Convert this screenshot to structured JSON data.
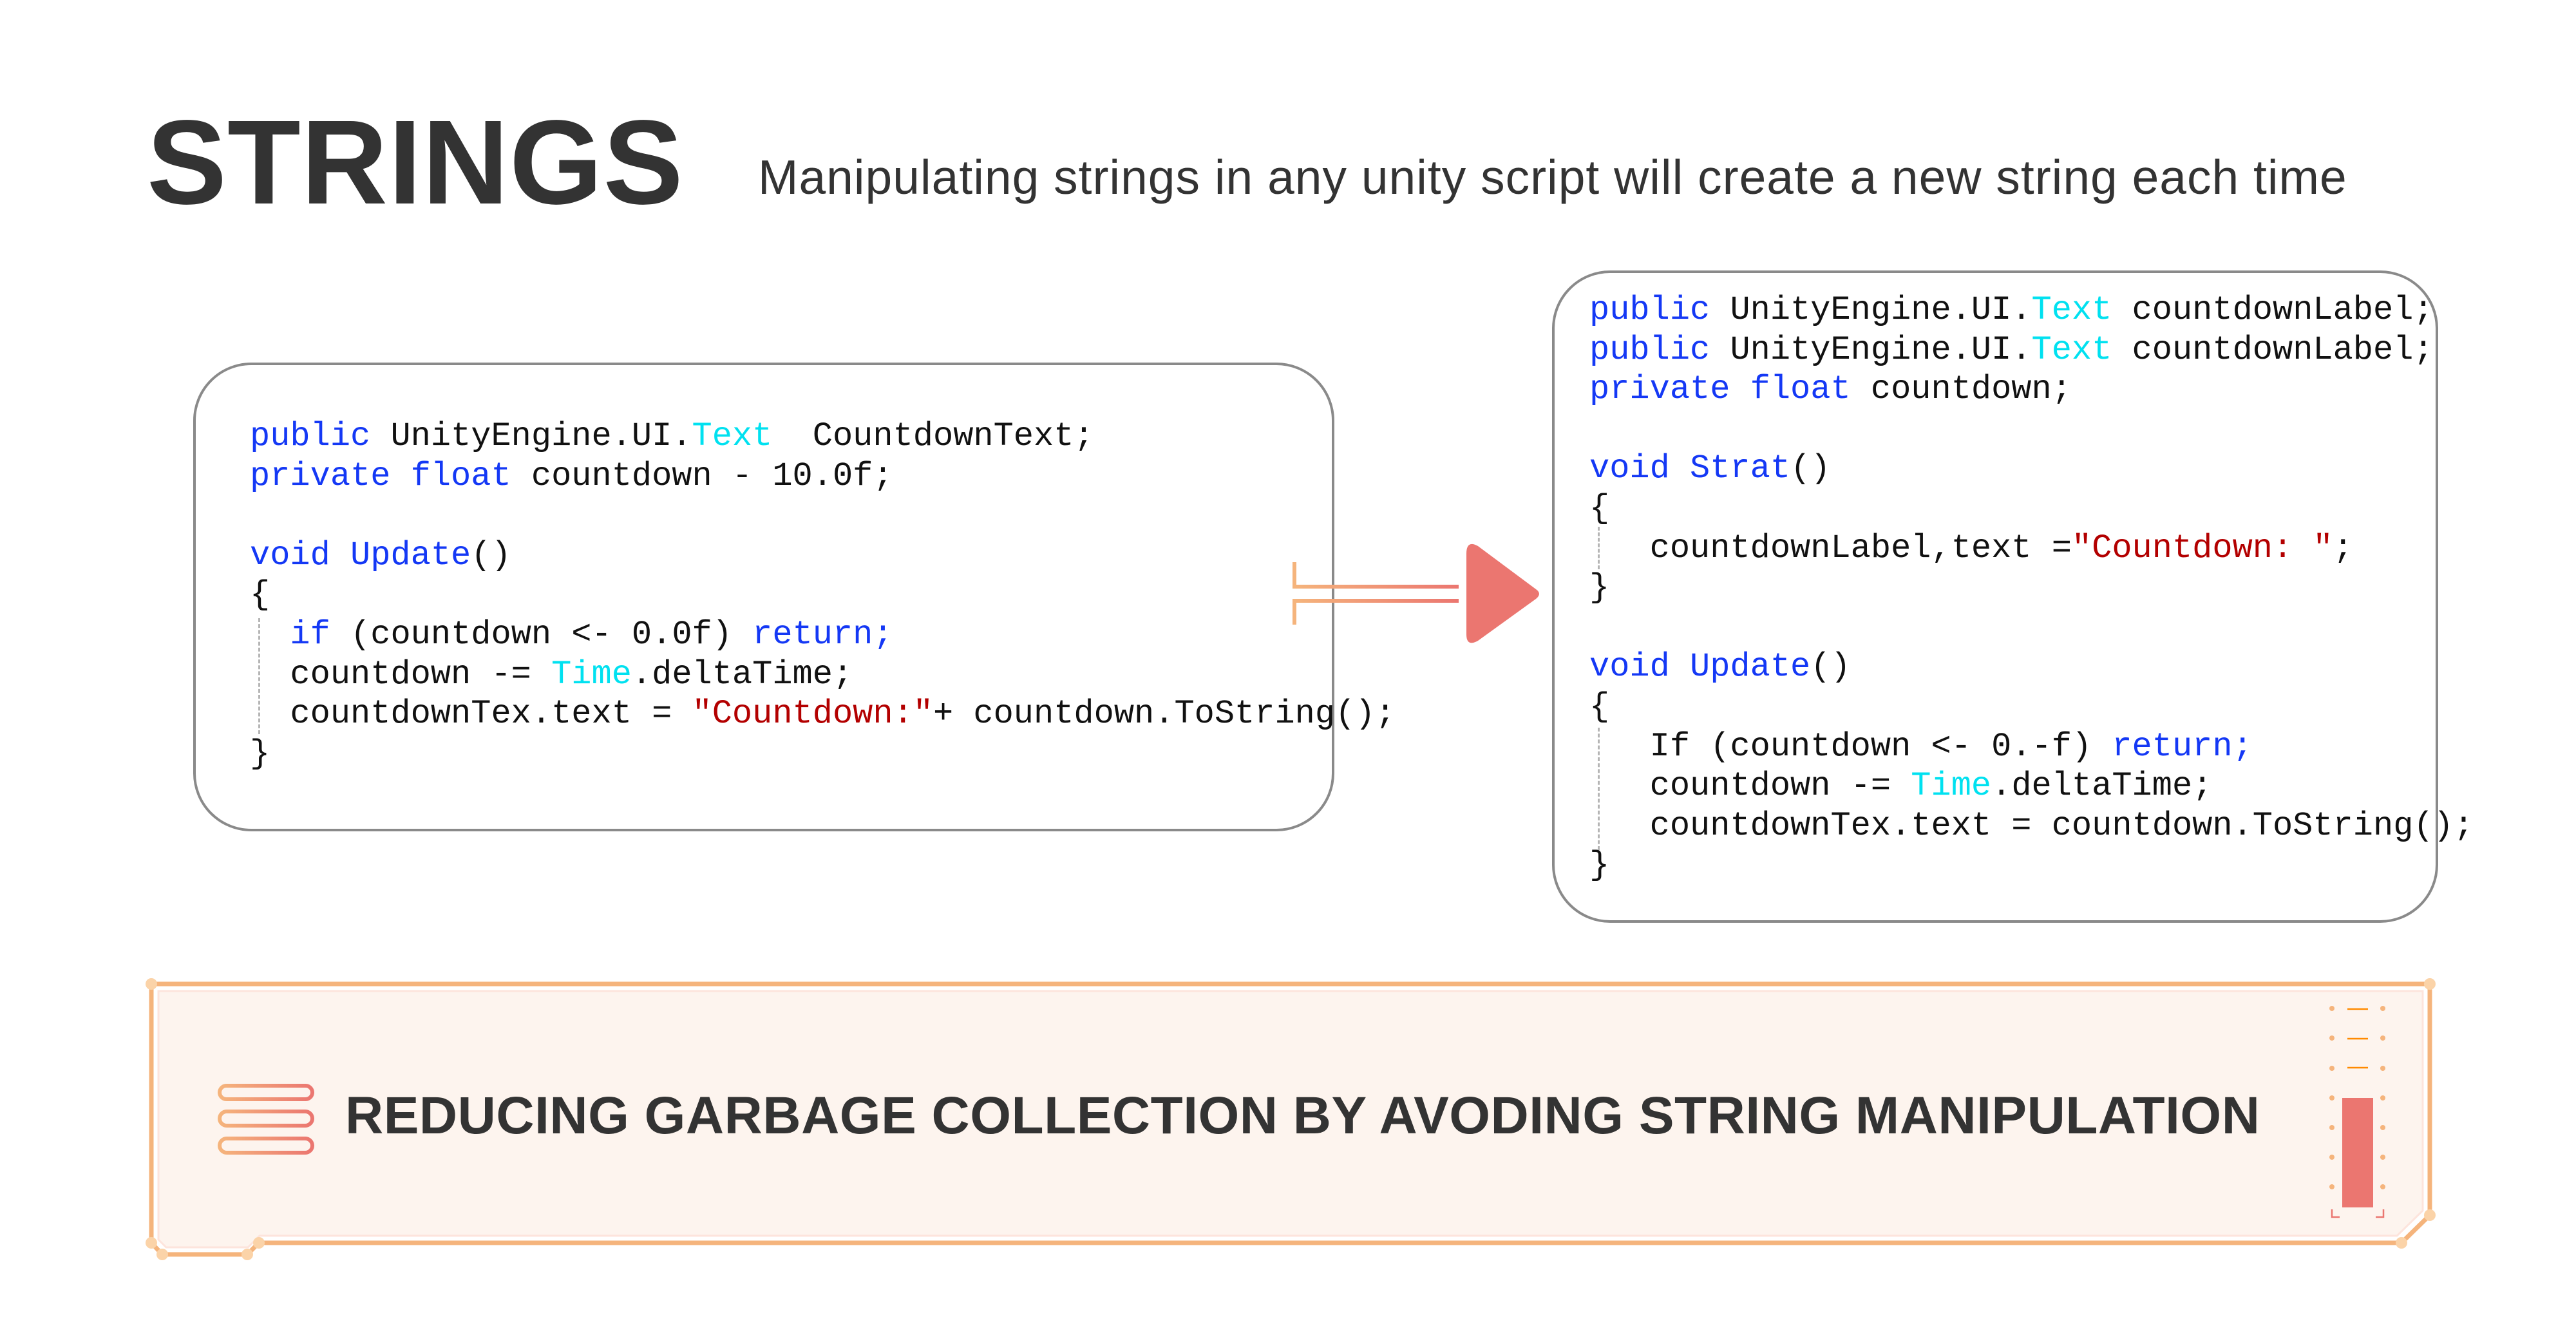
{
  "header": {
    "title": "STRINGS",
    "subtitle": "Manipulating strings in any unity script will create a new string each time"
  },
  "before_code": {
    "lines": [
      [
        {
          "t": "public ",
          "c": "k"
        },
        {
          "t": "UnityEngine.UI.",
          "c": "n"
        },
        {
          "t": "Text",
          "c": "t"
        },
        {
          "t": "  CountdownText;",
          "c": "n"
        }
      ],
      [
        {
          "t": "private float ",
          "c": "k"
        },
        {
          "t": "countdown - 10.0f;",
          "c": "n"
        }
      ],
      [],
      [
        {
          "t": "void Update",
          "c": "k"
        },
        {
          "t": "()",
          "c": "n"
        }
      ],
      [
        {
          "t": "{",
          "c": "n"
        }
      ],
      [
        {
          "t": "  ",
          "c": "n"
        },
        {
          "t": "if ",
          "c": "k"
        },
        {
          "t": "(countdown <- 0.0f) ",
          "c": "n"
        },
        {
          "t": "return;",
          "c": "k"
        }
      ],
      [
        {
          "t": "  countdown -= ",
          "c": "n"
        },
        {
          "t": "Time",
          "c": "t"
        },
        {
          "t": ".deltaTime;",
          "c": "n"
        }
      ],
      [
        {
          "t": "  countdownTex.text = ",
          "c": "n"
        },
        {
          "t": "\"Countdown:\"",
          "c": "s"
        },
        {
          "t": "+ countdown.ToString();",
          "c": "n"
        }
      ],
      [
        {
          "t": "}",
          "c": "n"
        }
      ]
    ]
  },
  "after_code": {
    "lines": [
      [
        {
          "t": "public ",
          "c": "k"
        },
        {
          "t": "UnityEngine.UI.",
          "c": "n"
        },
        {
          "t": "Text",
          "c": "t"
        },
        {
          "t": " countdownLabel;",
          "c": "n"
        }
      ],
      [
        {
          "t": "public ",
          "c": "k"
        },
        {
          "t": "UnityEngine.UI.",
          "c": "n"
        },
        {
          "t": "Text",
          "c": "t"
        },
        {
          "t": " countdownLabel;",
          "c": "n"
        }
      ],
      [
        {
          "t": "private float ",
          "c": "k"
        },
        {
          "t": "countdown;",
          "c": "n"
        }
      ],
      [],
      [
        {
          "t": "void Strat",
          "c": "k"
        },
        {
          "t": "()",
          "c": "n"
        }
      ],
      [
        {
          "t": "{",
          "c": "n"
        }
      ],
      [
        {
          "t": "   countdownLabel,text =",
          "c": "n"
        },
        {
          "t": "\"Countdown: \"",
          "c": "s"
        },
        {
          "t": ";",
          "c": "n"
        }
      ],
      [
        {
          "t": "}",
          "c": "n"
        }
      ],
      [],
      [
        {
          "t": "void Update",
          "c": "k"
        },
        {
          "t": "()",
          "c": "n"
        }
      ],
      [
        {
          "t": "{",
          "c": "n"
        }
      ],
      [
        {
          "t": "   If (countdown <- 0.-f) ",
          "c": "n"
        },
        {
          "t": "return;",
          "c": "k"
        }
      ],
      [
        {
          "t": "   countdown -= ",
          "c": "n"
        },
        {
          "t": "Time",
          "c": "t"
        },
        {
          "t": ".deltaTime;",
          "c": "n"
        }
      ],
      [
        {
          "t": "   countdownTex.text = countdown.ToString();",
          "c": "n"
        }
      ],
      [
        {
          "t": "}",
          "c": "n"
        }
      ]
    ]
  },
  "banner": {
    "text": "REDUCING GARBAGE COLLECTION BY AVODING STRING MANIPULATION"
  },
  "colors": {
    "keyword": "#1438f5",
    "type": "#00e1f0",
    "string": "#b30000",
    "accent_orange": "#f5b47c",
    "accent_red": "#eb7670",
    "banner_fill": "#fdf4ee"
  }
}
